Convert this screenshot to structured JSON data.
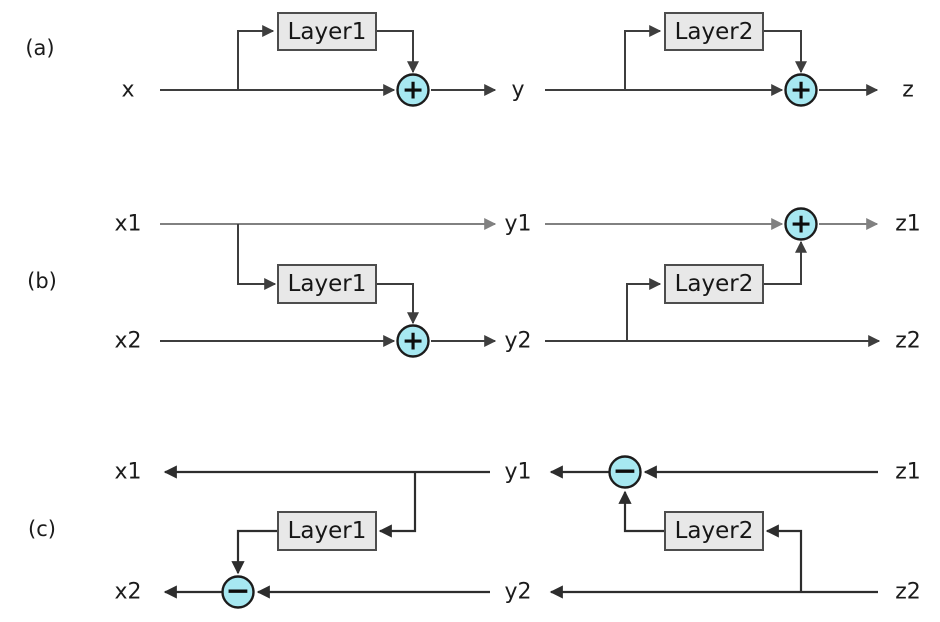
{
  "diagram": {
    "description": "Residual vs reversible residual block diagram with forward and inverse computation rows",
    "rows": [
      {
        "tag": "(a)",
        "terminals": {
          "in": "x",
          "mid": "y",
          "out": "z"
        },
        "boxes": [
          {
            "label": "Layer1"
          },
          {
            "label": "Layer2"
          }
        ],
        "ops": [
          {
            "symbol": "+"
          },
          {
            "symbol": "+"
          }
        ]
      },
      {
        "tag": "(b)",
        "terminals": {
          "in1": "x1",
          "in2": "x2",
          "mid1": "y1",
          "mid2": "y2",
          "out1": "z1",
          "out2": "z2"
        },
        "boxes": [
          {
            "label": "Layer1"
          },
          {
            "label": "Layer2"
          }
        ],
        "ops": [
          {
            "symbol": "+"
          },
          {
            "symbol": "+"
          }
        ]
      },
      {
        "tag": "(c)",
        "terminals": {
          "in1": "x1",
          "in2": "x2",
          "mid1": "y1",
          "mid2": "y2",
          "out1": "z1",
          "out2": "z2"
        },
        "boxes": [
          {
            "label": "Layer1"
          },
          {
            "label": "Layer2"
          }
        ],
        "ops": [
          {
            "symbol": "−"
          },
          {
            "symbol": "−"
          }
        ]
      }
    ],
    "colors": {
      "background": "#ffffff",
      "node_fill": "#a7e8f1",
      "node_stroke": "#1c1c1c",
      "box_fill": "#e8e8e8",
      "box_stroke": "#4d4d4d",
      "line_dark": "#3e3e3e",
      "line_gray": "#818181",
      "text": "#1b1b1b"
    }
  }
}
